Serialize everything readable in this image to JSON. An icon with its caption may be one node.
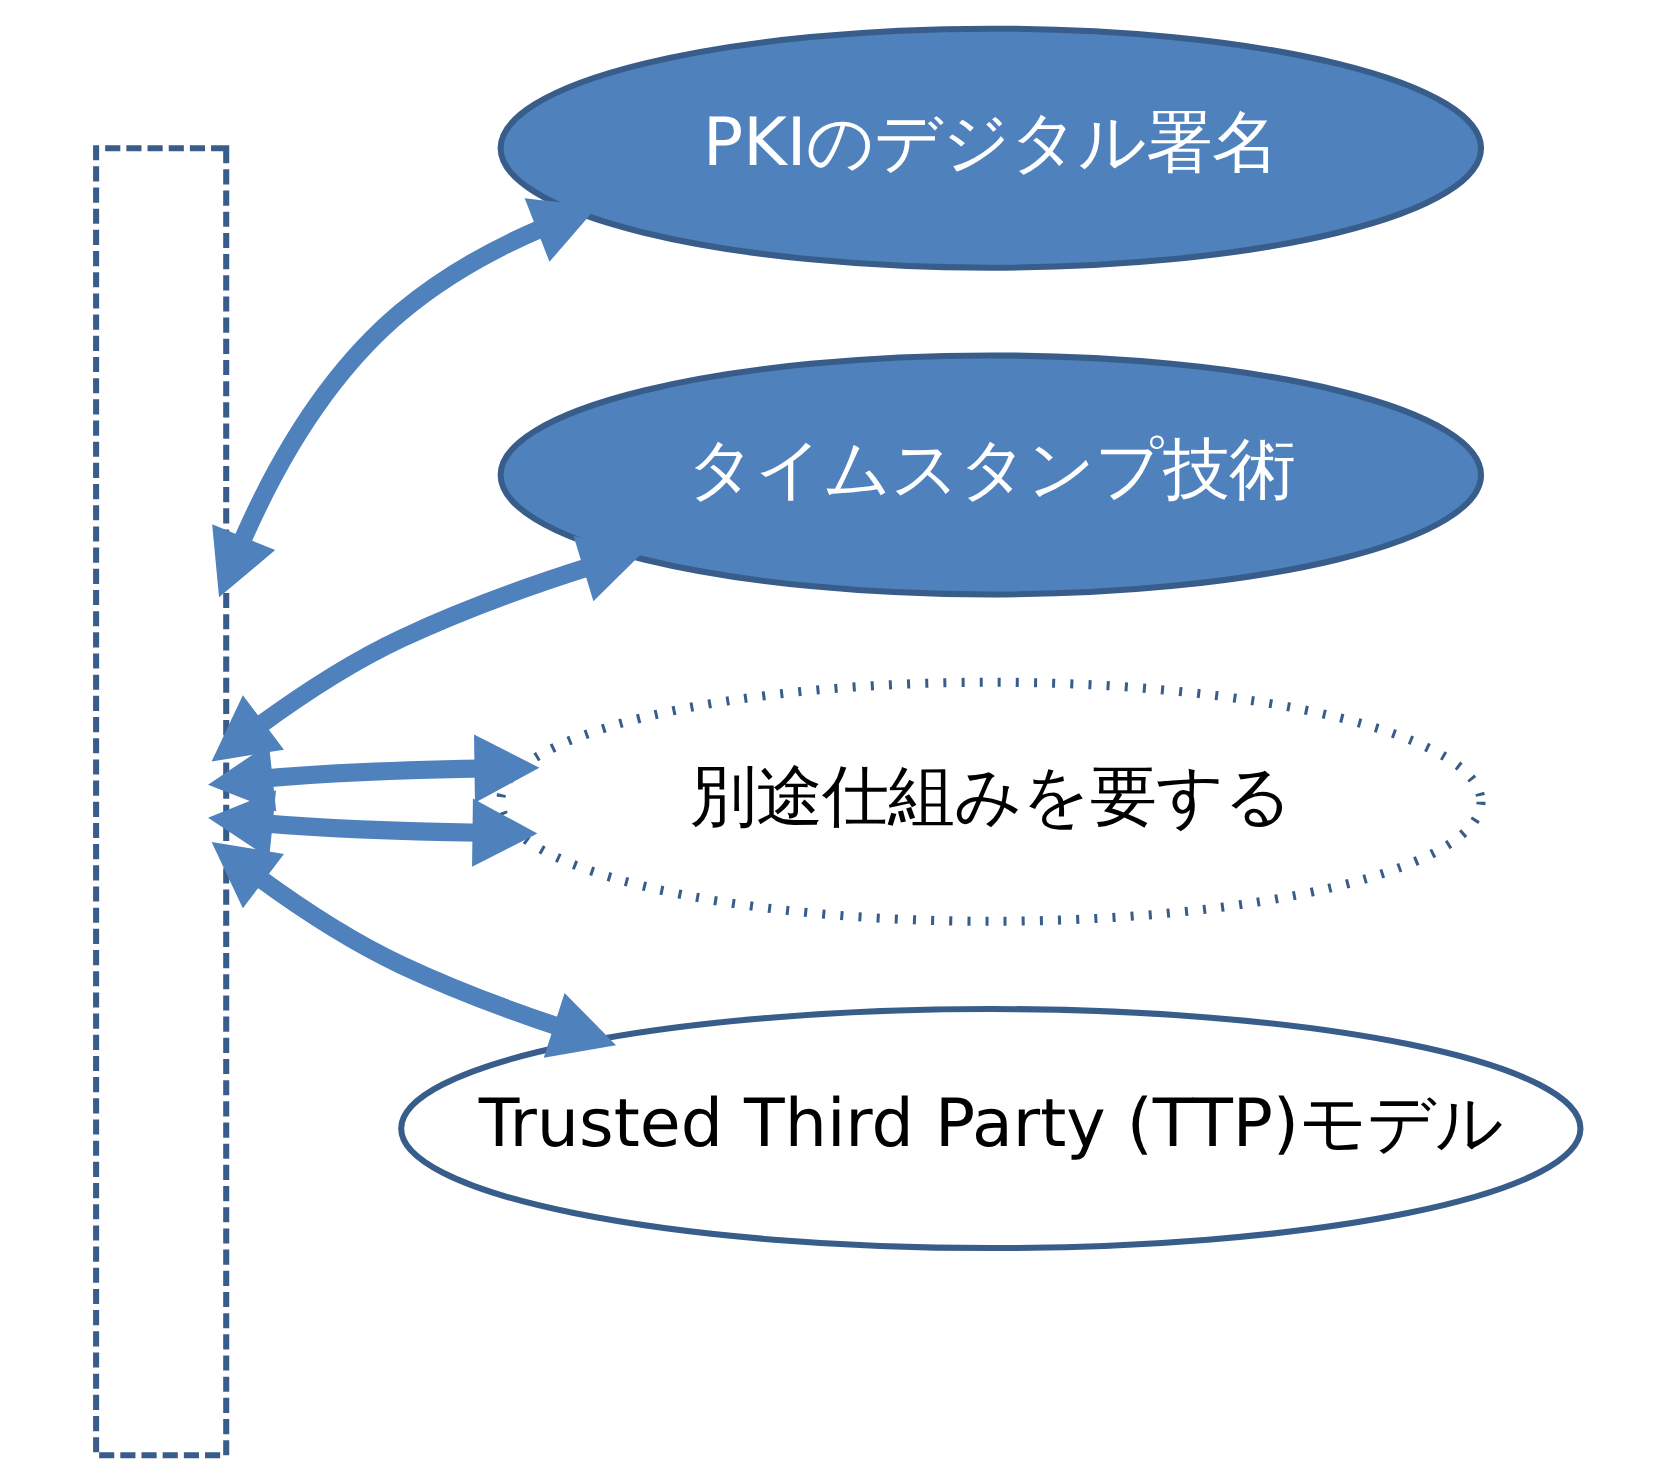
{
  "diagram": {
    "nodes": [
      {
        "text": [],
        "shape": "box"
      },
      {
        "text": [
          "PKIのデジタル署名"
        ]
      },
      {
        "text": [
          "タイムスタンプ技術"
        ]
      },
      {
        "text": [
          "別途仕組みを要する"
        ]
      },
      {
        "text": [
          "Trusted Third Party (TTP)モデル"
        ]
      }
    ],
    "edges": [
      {
        "from": 0,
        "to": 1,
        "arrow": "both"
      },
      {
        "from": 0,
        "to": 2,
        "arrow": "both"
      },
      {
        "from": 0,
        "to": 3,
        "arrow": "both"
      },
      {
        "from": 0,
        "to": 3,
        "arrow": "both"
      },
      {
        "from": 0,
        "to": 4,
        "arrow": "both"
      }
    ]
  }
}
